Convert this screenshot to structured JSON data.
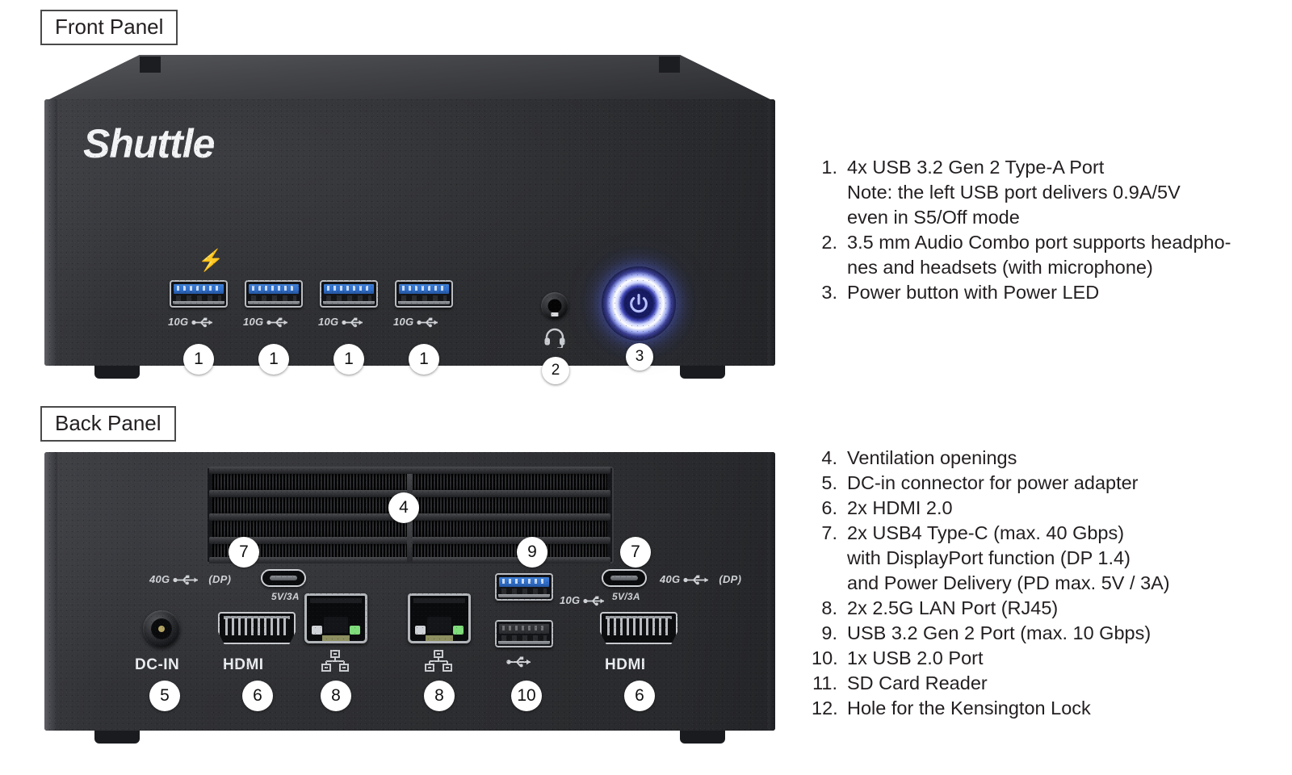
{
  "sections": {
    "front": {
      "label": "Front Panel"
    },
    "back": {
      "label": "Back Panel"
    }
  },
  "brand": {
    "name": "Shuttle"
  },
  "front_panel": {
    "usb_ports": [
      {
        "speed_label": "10G",
        "callout": "1"
      },
      {
        "speed_label": "10G",
        "callout": "1"
      },
      {
        "speed_label": "10G",
        "callout": "1"
      },
      {
        "speed_label": "10G",
        "callout": "1"
      }
    ],
    "audio_jack": {
      "callout": "2"
    },
    "power_button": {
      "callout": "3"
    }
  },
  "back_panel": {
    "vent_callout": "4",
    "usb_c_left": {
      "speed_label": "40G",
      "dp_label": "(DP)",
      "power_label": "5V/3A",
      "callout": "7"
    },
    "usb_c_right": {
      "speed_label": "40G",
      "dp_label": "(DP)",
      "power_label": "5V/3A",
      "callout": "7"
    },
    "dc_in": {
      "caption": "DC-IN",
      "callout": "5"
    },
    "hdmi_left": {
      "caption": "HDMI",
      "callout": "6"
    },
    "hdmi_right": {
      "caption": "HDMI",
      "callout": "6"
    },
    "lan_left": {
      "callout": "8"
    },
    "lan_right": {
      "callout": "8"
    },
    "usb_a_30": {
      "speed_label": "10G",
      "callout": "9"
    },
    "usb_a_20": {
      "callout": "10"
    }
  },
  "front_specs": [
    {
      "num": "1.",
      "text": "4x USB 3.2 Gen 2 Type-A Port\nNote: the left USB port delivers 0.9A/5V\neven in S5/Off mode"
    },
    {
      "num": "2.",
      "text": "3.5 mm Audio Combo port supports headpho-\nnes and headsets (with microphone)"
    },
    {
      "num": "3.",
      "text": "Power button with Power LED"
    }
  ],
  "back_specs": [
    {
      "num": "4.",
      "text": "Ventilation openings"
    },
    {
      "num": "5.",
      "text": "DC-in connector for power adapter"
    },
    {
      "num": "6.",
      "text": "2x HDMI 2.0"
    },
    {
      "num": "7.",
      "text": "2x USB4 Type-C (max. 40 Gbps)\nwith DisplayPort function (DP 1.4)\nand Power Delivery (PD max. 5V / 3A)"
    },
    {
      "num": "8.",
      "text": "2x 2.5G LAN Port (RJ45)"
    },
    {
      "num": "9.",
      "text": "USB 3.2 Gen 2 Port (max. 10 Gbps)"
    },
    {
      "num": "10.",
      "text": "1x USB 2.0 Port"
    },
    {
      "num": "11.",
      "text": "SD Card Reader"
    },
    {
      "num": "12.",
      "text": "Hole for the Kensington Lock"
    }
  ],
  "colors": {
    "chassis": "#2d2e31",
    "usb_blue": "#2f6ec9",
    "power_led": "#3b3f93",
    "lan_led_green": "#7fdc7a",
    "text": "#231f20"
  }
}
